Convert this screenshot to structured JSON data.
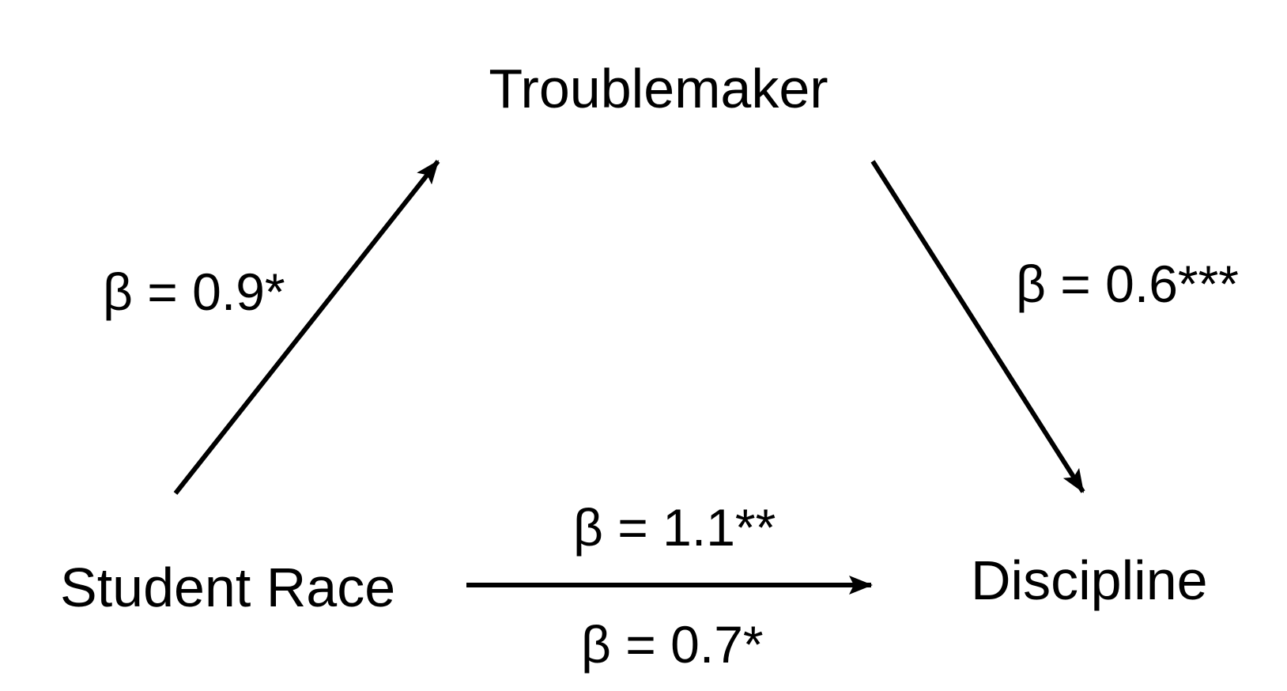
{
  "nodes": {
    "mediator": "Troublemaker",
    "independent": "Student Race",
    "dependent": "Discipline"
  },
  "paths": {
    "race_to_troublemaker": "β = 0.9*",
    "troublemaker_to_discipline": "β = 0.6***",
    "race_to_discipline_total": "β = 1.1**",
    "race_to_discipline_direct": "β = 0.7*"
  },
  "colors": {
    "ink": "#000000",
    "background": "#ffffff"
  }
}
